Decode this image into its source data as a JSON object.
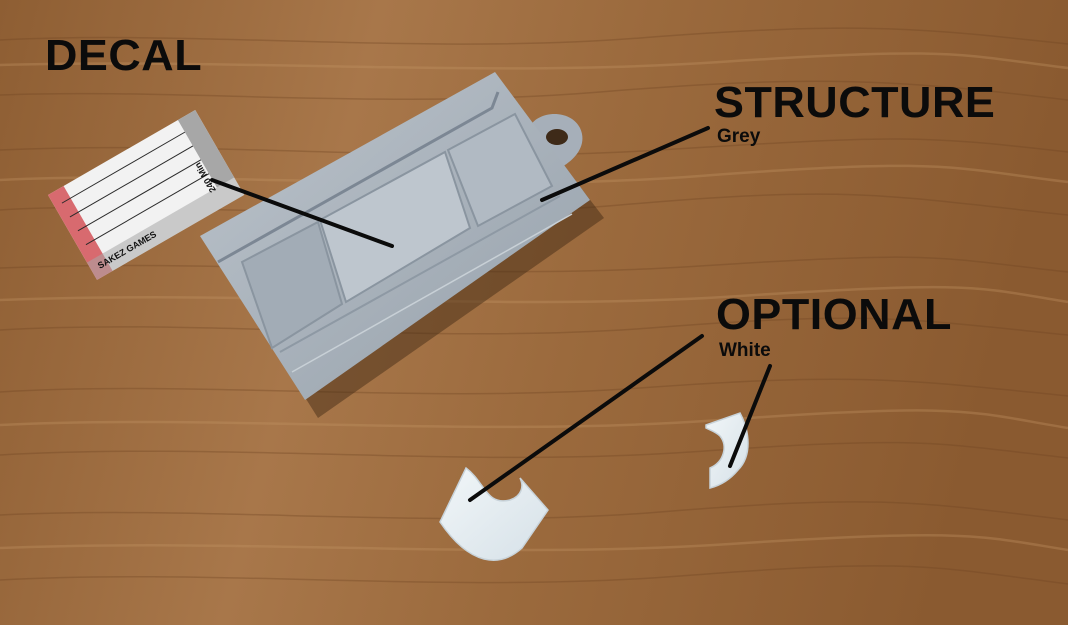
{
  "labels": {
    "decal": "DECAL",
    "structure": {
      "title": "STRUCTURE",
      "material": "Grey"
    },
    "optional": {
      "title": "OPTIONAL",
      "material": "White"
    }
  },
  "decal_card": {
    "brand": "SAKEZ GAMES",
    "duration": "240 Min"
  },
  "colors": {
    "wood": "#9a6a3c",
    "structure_grey": "#aab3bd",
    "optional_white": "#e6eef3",
    "decal_red": "#d86a6f",
    "decal_grey": "#a7a7a7"
  }
}
